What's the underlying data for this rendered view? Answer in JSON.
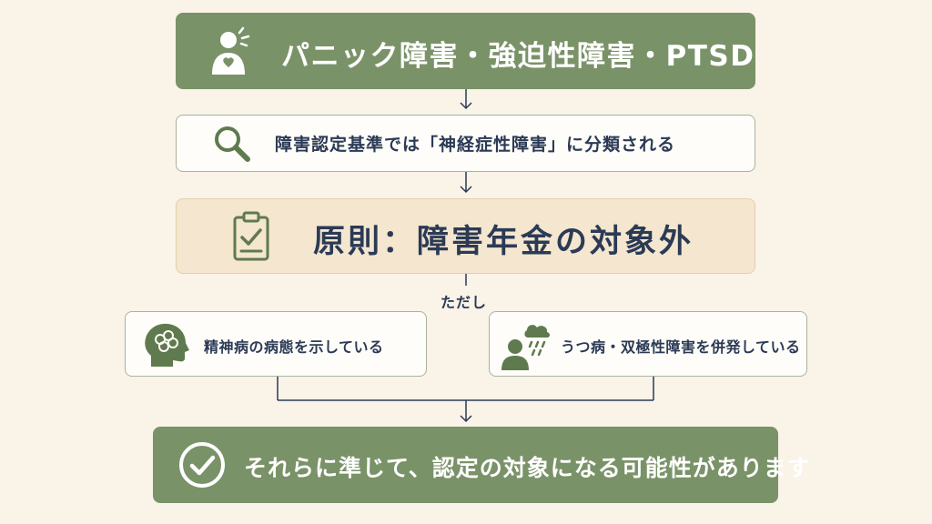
{
  "nodes": {
    "top": {
      "text": "パニック障害・強迫性障害・PTSD",
      "icon": "person-heart-icon"
    },
    "classification": {
      "text": "障害認定基準では「神経症性障害」に分類される",
      "icon": "magnifier-icon"
    },
    "principle": {
      "text": "原則：障害年金の対象外",
      "icon": "clipboard-check-icon"
    },
    "exception_label": "ただし",
    "condition_left": {
      "text": "精神病の病態を示している",
      "icon": "head-brain-icon"
    },
    "condition_right": {
      "text": "うつ病・双極性障害を併発している",
      "icon": "person-raincloud-icon"
    },
    "conclusion": {
      "text": "それらに準じて、認定の対象になる可能性があります",
      "icon": "check-circle-icon"
    }
  },
  "colors": {
    "green": "#7a9268",
    "beige": "#f4e6cf",
    "navy": "#2b3a55",
    "icon_green": "#5f7a4f",
    "background": "#faf3e8"
  }
}
